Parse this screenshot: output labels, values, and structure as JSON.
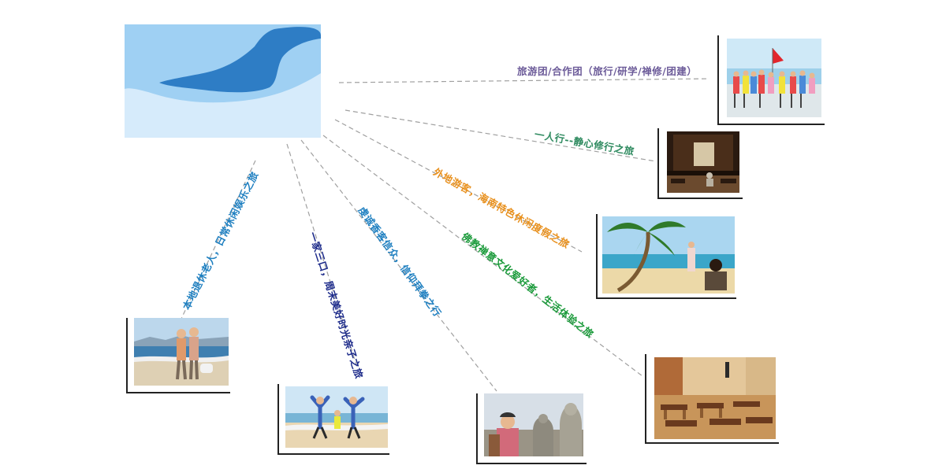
{
  "center_image_icon": "island-map-icon",
  "colors": {
    "line": "#a0a0a0",
    "map_sea_light": "#d6ebfb",
    "map_sea_mid": "#9fd0f3",
    "map_land": "#2e7dc5"
  },
  "branches": [
    {
      "id": "tour-group",
      "label": "旅游团/合作团（旅行/研学/禅修/团建）",
      "color": "#6c5b99",
      "photo_icon": "group-tour-photo-icon"
    },
    {
      "id": "solo",
      "label": "一人行--静心修行之旅",
      "color": "#2e8a5f",
      "photo_icon": "meditation-room-photo-icon"
    },
    {
      "id": "visitors",
      "label": "外地游客，海南特色休闲度假之旅",
      "color": "#e8901d",
      "photo_icon": "beach-palm-photo-icon"
    },
    {
      "id": "zen-culture",
      "label": "佛教禅意文化爱好者，生活体验之旅",
      "color": "#1a9a3a",
      "photo_icon": "classroom-photo-icon"
    },
    {
      "id": "pilgrims",
      "label": "虔诚香客信众，信仰拜拳之行",
      "color": "#1e7fc0",
      "photo_icon": "buddha-statue-photo-icon"
    },
    {
      "id": "family",
      "label": "一家三口，周末美好时光亲子之旅",
      "color": "#1c2a8a",
      "photo_icon": "family-beach-photo-icon"
    },
    {
      "id": "elderly",
      "label": "本地退休老人，日常休闲娱乐之旅",
      "color": "#1e7fc0",
      "photo_icon": "elderly-couple-photo-icon"
    }
  ]
}
